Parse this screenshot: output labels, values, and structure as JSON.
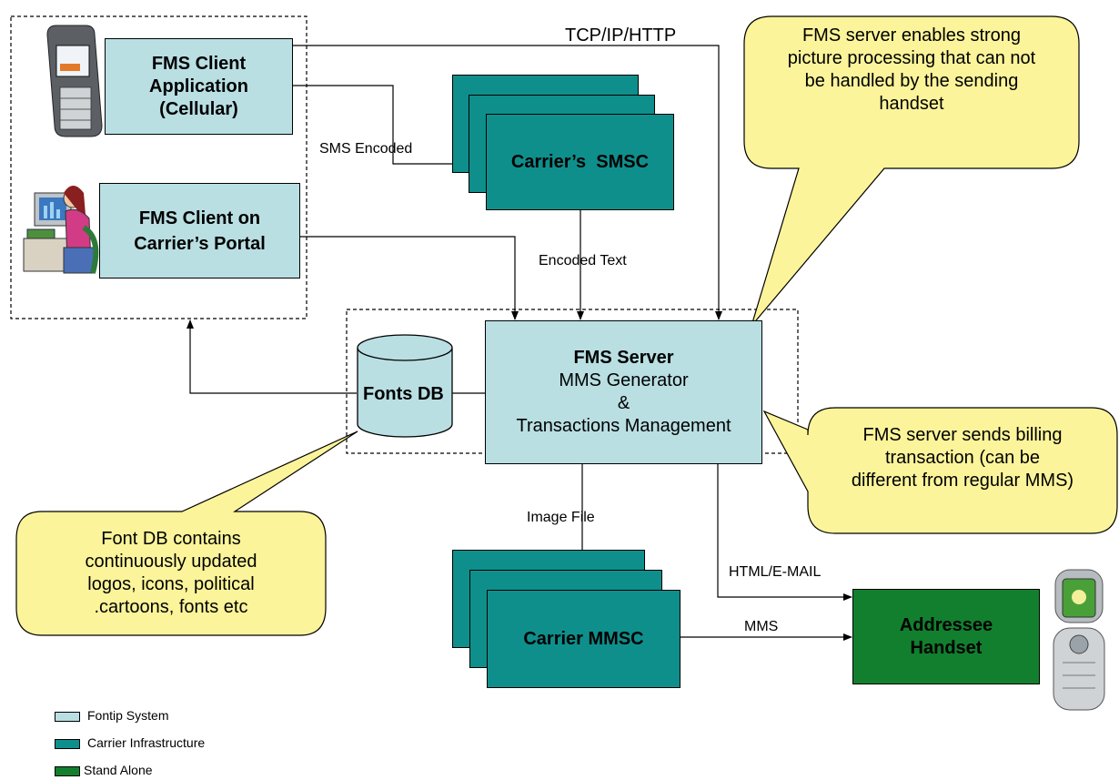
{
  "nodes": {
    "fms_client_app": {
      "line1": "FMS Client",
      "line2": "Application",
      "line3": "(Cellular)"
    },
    "fms_client_portal": {
      "line1": "FMS Client on",
      "line2": "Carrier’s Portal"
    },
    "carrier_smsc": {
      "label": "Carrier’s  SMSC"
    },
    "fonts_db": {
      "label": "Fonts DB"
    },
    "fms_server": {
      "title": "FMS Server",
      "line2": "MMS Generator",
      "line3": "&",
      "line4": "Transactions Management"
    },
    "carrier_mmsc": {
      "label": "Carrier MMSC"
    },
    "addressee": {
      "line1": "Addressee",
      "line2": "Handset"
    }
  },
  "edges": {
    "tcp": "TCP/IP/HTTP",
    "sms": "SMS Encoded",
    "encoded_text": "Encoded Text",
    "image_file": "Image File",
    "html_email": "HTML/E-MAIL",
    "mms": "MMS"
  },
  "callouts": {
    "server_processing": [
      "FMS server enables strong",
      "picture processing that can not",
      "be handled by the sending",
      "handset"
    ],
    "billing": [
      "FMS server sends billing",
      "transaction (can be",
      "different from regular MMS)"
    ],
    "font_db": [
      "Font DB contains",
      "continuously updated",
      "logos, icons, political",
      ".cartoons, fonts etc"
    ]
  },
  "legend": [
    {
      "label": "Fontip System",
      "color": "#b9dfe3"
    },
    {
      "label": "Carrier Infrastructure",
      "color": "#0f8f8c"
    },
    {
      "label": "Stand Alone",
      "color": "#127f2e"
    }
  ],
  "colors": {
    "fontip": "#b9dfe3",
    "carrier": "#0f8f8c",
    "stand_alone": "#127f2e",
    "callout": "#fbf49a"
  }
}
